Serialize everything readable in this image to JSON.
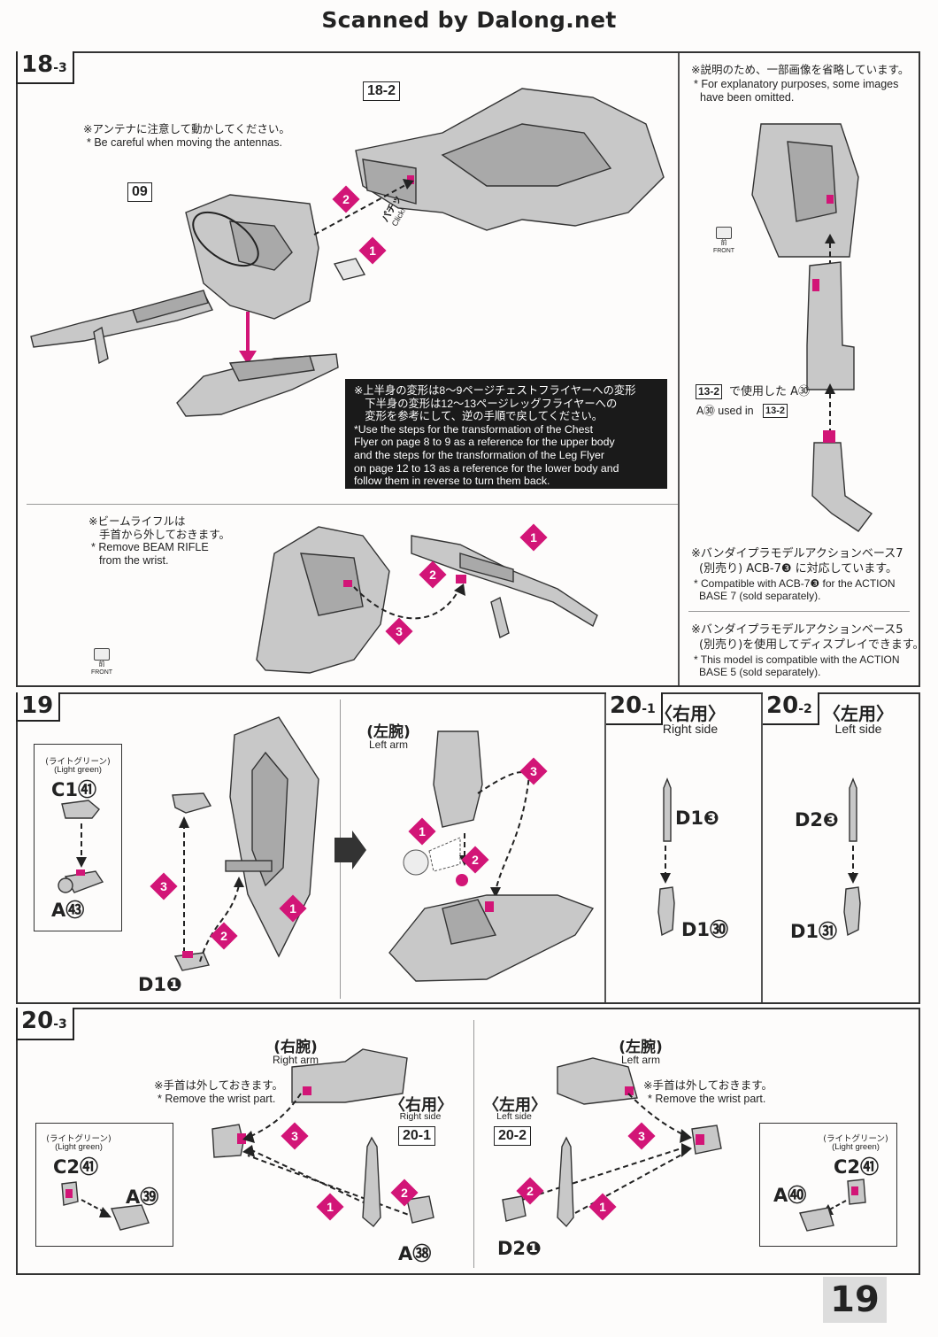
{
  "header": "Scanned by Dalong.net",
  "page_number": "19",
  "step_18_3": {
    "label": "18",
    "sub": "-3",
    "ref_tag": "18-2",
    "ref_09": "09",
    "antenna_jp": "※アンテナに注意して動かしてください。",
    "antenna_en": "* Be careful when moving the antennas.",
    "click_jp": "パチッ",
    "click_en": "Click!",
    "box_lines": [
      "※上半身の変形は8〜9ページチェストフライヤーへの変形",
      "　下半身の変形は12〜13ページレッグフライヤーへの",
      "　変形を参考にして、逆の手順で戻してください。",
      "*Use the steps for the transformation of the Chest",
      " Flyer on page 8 to 9 as a reference for the upper body",
      " and the steps for the transformation of the Leg Flyer",
      " on page 12 to 13 as a reference for the lower body and",
      " follow them in reverse to turn them back."
    ],
    "rifle_jp1": "※ビームライフルは",
    "rifle_jp2": "手首から外しておきます。",
    "rifle_en1": "* Remove BEAM RIFLE",
    "rifle_en2": "from the wrist.",
    "front_jp": "前",
    "front_en": "FRONT"
  },
  "side_panel": {
    "omit_jp": "※説明のため、一部画像を省略しています。",
    "omit_en1": "* For explanatory purposes, some images",
    "omit_en2": "have been omitted.",
    "used_jp": "で使用した A㉚",
    "used_tag": "13-2",
    "used_en": "A㉚ used in",
    "acb7_jp1": "※バンダイプラモデルアクションベース7",
    "acb7_jp2": "(別売り) ACB-7❸ に対応しています。",
    "acb7_en1": "* Compatible with ACB-7❸ for the ACTION",
    "acb7_en2": "BASE 7 (sold separately).",
    "acb5_jp1": "※バンダイプラモデルアクションベース5",
    "acb5_jp2": "(別売り)を使用してディスプレイできます。",
    "acb5_en1": "* This model is compatible with the ACTION",
    "acb5_en2": "BASE 5 (sold separately).",
    "front_jp": "前",
    "front_en": "FRONT"
  },
  "step_19": {
    "label": "19",
    "light_green_jp": "(ライトグリーン)",
    "light_green_en": "(Light green)",
    "part_c1": "C1㊶",
    "part_a": "A㊸",
    "part_d1": "D1❶",
    "left_arm_jp": "(左腕)",
    "left_arm_en": "Left arm"
  },
  "step_20_1": {
    "label": "20",
    "sub": "-1",
    "side_jp": "〈右用〉",
    "side_en": "Right side",
    "part_top": "D1❸",
    "part_bottom": "D1㉚"
  },
  "step_20_2": {
    "label": "20",
    "sub": "-2",
    "side_jp": "〈左用〉",
    "side_en": "Left side",
    "part_top": "D2❸",
    "part_bottom": "D1㉛"
  },
  "step_20_3": {
    "label": "20",
    "sub": "-3",
    "right_arm_jp": "(右腕)",
    "right_arm_en": "Right arm",
    "left_arm_jp": "(左腕)",
    "left_arm_en": "Left arm",
    "wrist_jp": "※手首は外しておきます。",
    "wrist_en": "* Remove the wrist part.",
    "right_use_jp": "〈右用〉",
    "right_use_en": "Right side",
    "right_ref": "20-1",
    "left_use_jp": "〈左用〉",
    "left_use_en": "Left side",
    "left_ref": "20-2",
    "light_green_jp": "(ライトグリーン)",
    "light_green_en": "(Light green)",
    "part_c2_left": "C2㊶",
    "part_a_left": "A㊴",
    "part_a_right_arm": "A㊳",
    "part_d2": "D2❶",
    "part_c2_right": "C2㊶",
    "part_a_right": "A㊵"
  },
  "colors": {
    "accent": "#d21577",
    "box": "#1a1a1a"
  }
}
